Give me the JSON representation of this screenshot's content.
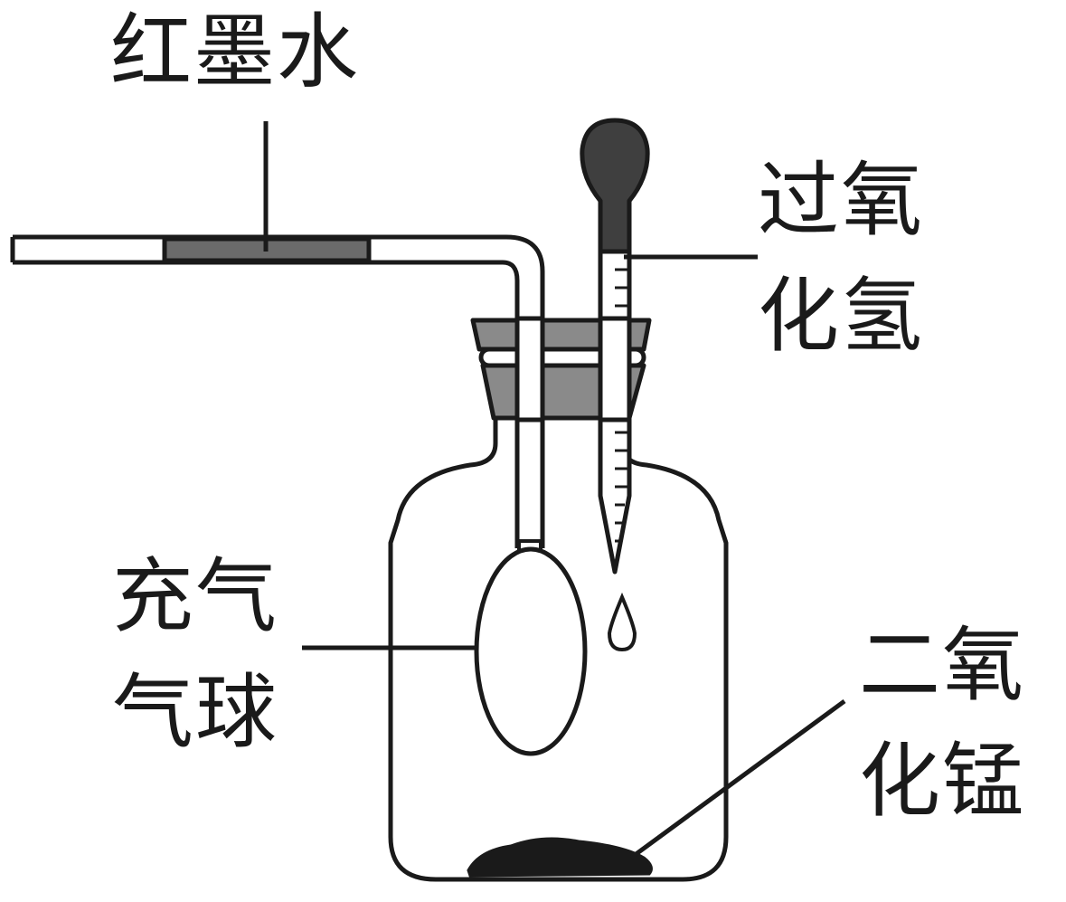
{
  "labels": {
    "red_ink": {
      "line1": "红墨水"
    },
    "hydrogen_peroxide": {
      "line1": "过氧",
      "line2": "化氢"
    },
    "inflated_balloon": {
      "line1": "充气",
      "line2": "气球"
    },
    "manganese_dioxide": {
      "line1": "二氧",
      "line2": "化锰"
    }
  },
  "colors": {
    "outline": "#1a1a1a",
    "red_ink_fill": "#6b6b6b",
    "stopper_fill": "#8a8a8a",
    "bulb_fill": "#3f3f3f",
    "powder_fill": "#1a1a1a",
    "background": "#ffffff"
  }
}
